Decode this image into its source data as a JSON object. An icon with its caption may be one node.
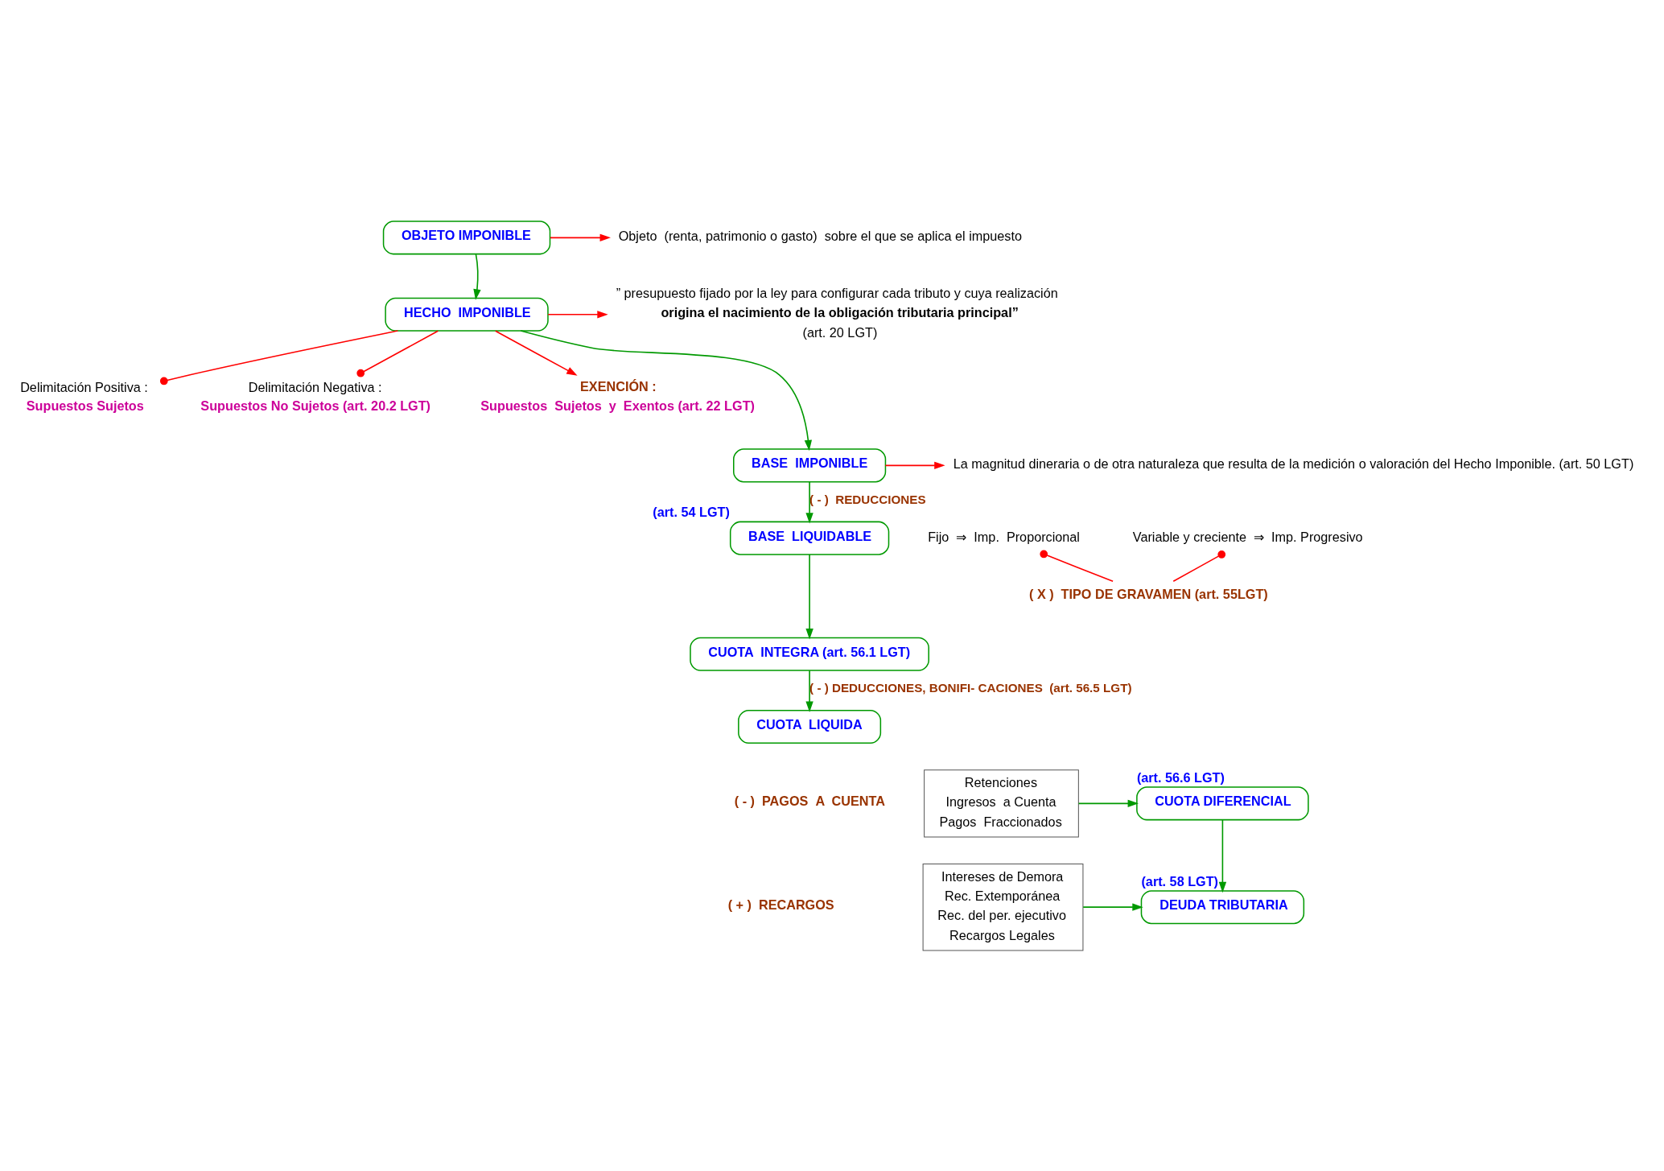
{
  "diagram": {
    "nodes": [
      {
        "text": [
          "OBJETO IMPONIBLE"
        ]
      },
      {
        "text": [
          "Objeto  (renta, patrimonio o gasto)  sobre el que se aplica el impuesto"
        ]
      },
      {
        "text": [
          "HECHO  IMPONIBLE"
        ]
      },
      {
        "text": [
          "” presupuesto fijado por la ley para configurar cada tributo y cuya realización",
          "origina el nacimiento de la obligación tributaria principal”",
          "(art. 20 LGT)"
        ]
      },
      {
        "text": [
          "Delimitación Positiva :",
          "Supuestos Sujetos"
        ]
      },
      {
        "text": [
          "Delimitación Negativa :",
          "Supuestos No Sujetos (art. 20.2 LGT)"
        ]
      },
      {
        "text": [
          "EXENCIÓN :",
          "Supuestos  Sujetos  y  Exentos (art. 22 LGT)"
        ]
      },
      {
        "text": [
          "BASE  IMPONIBLE"
        ]
      },
      {
        "text": [
          "La magnitud dineraria o de otra naturaleza que resulta de la medición o valoración del Hecho Imponible. (art. 50 LGT)"
        ]
      },
      {
        "text": [
          "BASE  LIQUIDABLE"
        ],
        "beside": [
          "(art. 54 LGT)"
        ]
      },
      {
        "text": [
          "( X )  TIPO DE GRAVAMEN (art. 55LGT)"
        ]
      },
      {
        "text": [
          "Fijo  ⇒  Imp.  Proporcional"
        ]
      },
      {
        "text": [
          "Variable y creciente  ⇒  Imp. Progresivo"
        ]
      },
      {
        "text": [
          "CUOTA  INTEGRA (art. 56.1 LGT)"
        ]
      },
      {
        "text": [
          "CUOTA  LIQUIDA"
        ]
      },
      {
        "text": [
          "( - )  PAGOS  A  CUENTA"
        ]
      },
      {
        "text": [
          "Retenciones",
          "Ingresos  a Cuenta",
          "Pagos  Fraccionados"
        ]
      },
      {
        "text": [
          "CUOTA DIFERENCIAL"
        ],
        "beside": [
          "(art. 56.6 LGT)"
        ]
      },
      {
        "text": [
          "( + )  RECARGOS"
        ]
      },
      {
        "text": [
          "Intereses de Demora",
          "Rec. Extemporánea",
          "Rec. del per. ejecutivo",
          "Recargos Legales"
        ]
      },
      {
        "text": [
          "DEUDA TRIBUTARIA"
        ],
        "beside": [
          "(art. 58 LGT)"
        ]
      }
    ],
    "edges": [
      {
        "from": 0,
        "to": 1,
        "arrow": "to",
        "color": "#ff0000"
      },
      {
        "from": 0,
        "to": 2,
        "arrow": "to",
        "color": "#009900"
      },
      {
        "from": 2,
        "to": 3,
        "arrow": "to",
        "color": "#ff0000"
      },
      {
        "from": 2,
        "to": 4,
        "arrow": "other",
        "color": "#ff0000"
      },
      {
        "from": 2,
        "to": 5,
        "arrow": "other",
        "color": "#ff0000"
      },
      {
        "from": 2,
        "to": 6,
        "arrow": "to",
        "color": "#ff0000"
      },
      {
        "from": 2,
        "to": 7,
        "arrow": "to",
        "color": "#009900"
      },
      {
        "from": 7,
        "to": 8,
        "arrow": "to",
        "color": "#ff0000"
      },
      {
        "from": 7,
        "to": 9,
        "arrow": "to",
        "label": "( - )  REDUCCIONES",
        "color": "#009900"
      },
      {
        "from": 9,
        "to": 13,
        "arrow": "to",
        "color": "#009900"
      },
      {
        "from": 10,
        "to": 11,
        "arrow": "other",
        "color": "#ff0000"
      },
      {
        "from": 10,
        "to": 12,
        "arrow": "other",
        "color": "#ff0000"
      },
      {
        "from": 13,
        "to": 14,
        "arrow": "to",
        "label": "( - ) DEDUCCIONES, BONIFI- CACIONES  (art. 56.5 LGT)",
        "color": "#009900"
      },
      {
        "from": 16,
        "to": 17,
        "arrow": "to",
        "color": "#009900"
      },
      {
        "from": 17,
        "to": 20,
        "arrow": "to",
        "color": "#009900"
      },
      {
        "from": 19,
        "to": 20,
        "arrow": "to",
        "color": "#009900"
      }
    ]
  }
}
